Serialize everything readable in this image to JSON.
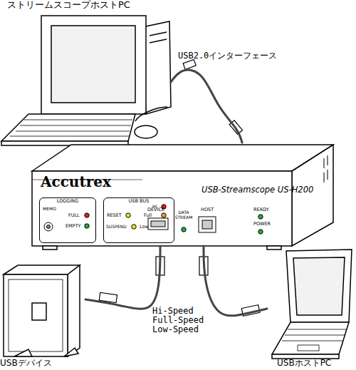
{
  "diagram": {
    "nodes": [
      {
        "text": [
          "ストリームスコープホストPC"
        ]
      },
      {
        "text": [
          "Accutrex",
          "USB-Streamscope US-H200"
        ]
      },
      {
        "text": [
          "LOGGING",
          "MEMO",
          "FULL",
          "EMPTY"
        ],
        "in": 1
      },
      {
        "text": [
          "USB BUS",
          "Hi",
          "RESET",
          "Full",
          "SUSPEND",
          "Low"
        ],
        "in": 1
      },
      {
        "text": [
          "USBデバイス"
        ]
      },
      {
        "text": [
          "USBホストPC"
        ]
      }
    ],
    "edges": [
      {
        "from": 0,
        "to": 1,
        "arrow": "none",
        "label": "USB2.0インターフェース"
      },
      {
        "from": 1,
        "to": 4,
        "arrow": "none"
      },
      {
        "from": 1,
        "to": 5,
        "arrow": "none"
      }
    ],
    "labels": [
      "DEVICE",
      "DATA STREAM",
      "HOST",
      "READY",
      "POWER",
      "Hi-Speed Full-Speed Low-Speed"
    ]
  }
}
